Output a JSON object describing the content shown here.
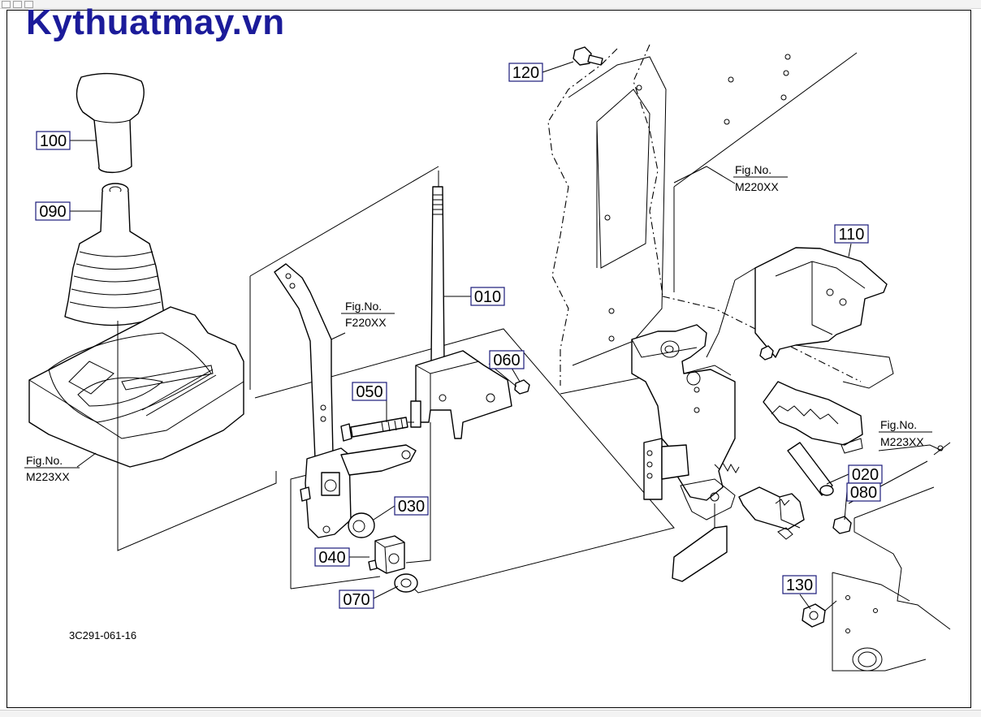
{
  "watermark": "Kythuatmay.vn",
  "diagram_code": "3C291-061-16",
  "parts": [
    {
      "id": "part-100",
      "label": "100"
    },
    {
      "id": "part-090",
      "label": "090"
    },
    {
      "id": "part-010",
      "label": "010"
    },
    {
      "id": "part-060",
      "label": "060"
    },
    {
      "id": "part-050",
      "label": "050"
    },
    {
      "id": "part-030",
      "label": "030"
    },
    {
      "id": "part-040",
      "label": "040"
    },
    {
      "id": "part-070",
      "label": "070"
    },
    {
      "id": "part-120",
      "label": "120"
    },
    {
      "id": "part-110",
      "label": "110"
    },
    {
      "id": "part-020",
      "label": "020"
    },
    {
      "id": "part-080",
      "label": "080"
    },
    {
      "id": "part-130",
      "label": "130"
    }
  ],
  "figure_refs": [
    {
      "line1": "Fig.No.",
      "line2": "M223XX"
    },
    {
      "line1": "Fig.No.",
      "line2": "F220XX"
    },
    {
      "line1": "Fig.No.",
      "line2": "M220XX"
    },
    {
      "line1": "Fig.No.",
      "line2": "M223XX"
    }
  ]
}
